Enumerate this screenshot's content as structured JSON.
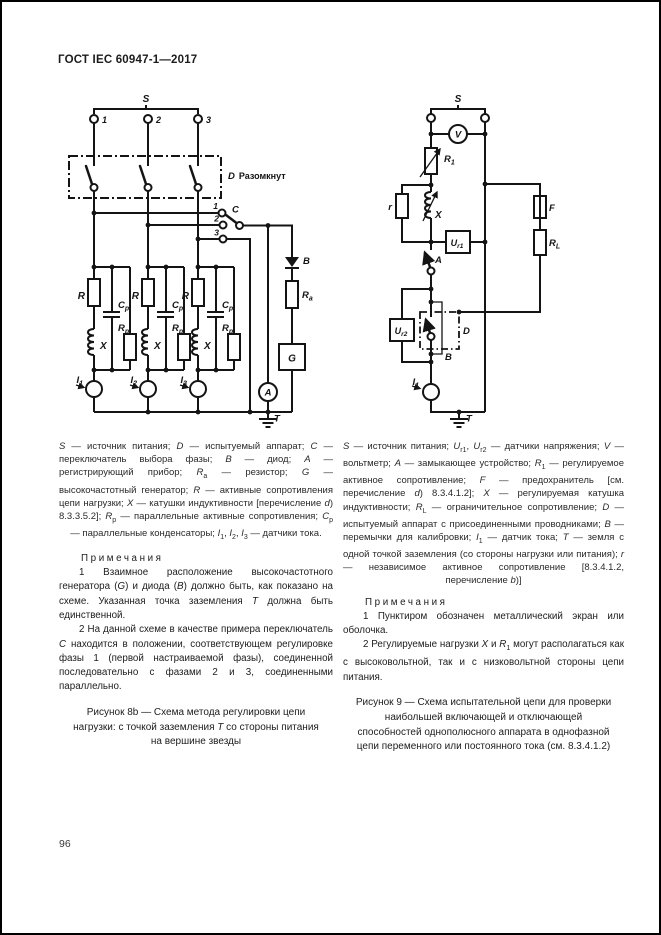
{
  "page": {
    "header": "ГОСТ IEC 60947-1—2017",
    "page_number": "96"
  },
  "colors": {
    "paper": "#ffffff",
    "ink": "#141414"
  },
  "fig8b": {
    "labels": {
      "s": "S",
      "ph1": "1",
      "ph2": "2",
      "ph3": "3",
      "device": "D",
      "device_state": "Разомкнут",
      "sel1": "1",
      "sel2": "2",
      "sel3": "3",
      "c": "C",
      "r": "R",
      "x": "X",
      "cp": {
        "m": "C",
        "s": "p"
      },
      "rp": {
        "m": "R",
        "s": "p"
      },
      "i1": {
        "m": "I",
        "s": "1"
      },
      "i2": {
        "m": "I",
        "s": "2"
      },
      "i3": {
        "m": "I",
        "s": "3"
      },
      "b": "B",
      "ra": {
        "m": "R",
        "s": "a"
      },
      "g": "G",
      "a": "A",
      "t": "T"
    },
    "legend": "S — источник питания; D — испытуемый аппарат; C — переключатель выбора фазы; B — диод; A — регистрирующий прибор; R_a — резистор; G — высокочастотный генератор; R — активные сопротивления цепи нагрузки; X — катушки индуктивности [перечисление d) 8.3.3.5.2]; R_p — параллельные активные сопротивления; C_p — параллельные конденсаторы; I_1, I_2, I_3 — датчики тока.",
    "notes_title": "Примечания",
    "notes": [
      "1 Взаимное расположение высокочастотного генератора (G) и диода (B) должно быть, как показано на схеме. Указанная точка заземления T должна быть единственной.",
      "2 На данной схеме в качестве примера переключатель C находится в положении, соответствующем регулировке фазы 1 (первой настраиваемой фазы), соединенной последовательно с фазами 2 и 3, соединенными параллельно."
    ],
    "caption": "Рисунок 8b — Схема метода регулировки цепи нагрузки: с точкой заземления T со стороны питания на вершине звезды"
  },
  "fig9": {
    "labels": {
      "s": "S",
      "v": "V",
      "r1": {
        "m": "R",
        "s": "1"
      },
      "r": "r",
      "x": "X",
      "ur1": {
        "m": "U",
        "s": "r1"
      },
      "a": "A",
      "ur2": {
        "m": "U",
        "s": "r2"
      },
      "d": "D",
      "b": "B",
      "i1": {
        "m": "I",
        "s": "1"
      },
      "t": "T",
      "f": "F",
      "rl": {
        "m": "R",
        "s": "L"
      }
    },
    "legend": "S — источник питания; U_r1, U_r2 — датчики напряжения; V — вольтметр; A — замыкающее устройство; R_1 — регулируемое активное сопротивление; F — предохранитель [см. перечисление d) 8.3.4.1.2]; X — регулируемая катушка индуктивности; R_L — ограничительное сопротивление; D — испытуемый аппарат с присоединенными проводниками; B — перемычки для калибровки; I_1 — датчик тока; T — земля с одной точкой заземления (со стороны нагрузки или питания); r — независимое активное сопротивление [8.3.4.1.2, перечисление b)]",
    "notes_title": "Примечания",
    "notes": [
      "1 Пунктиром обозначен металлический экран или оболочка.",
      "2 Регулируемые нагрузки X и R_1 могут располагаться как с высоковольтной, так и с низковольтной стороны цепи питания."
    ],
    "caption": "Рисунок 9 — Схема испытательной цепи для проверки наибольшей включающей и отключающей способностей однополюсного аппарата в однофазной цепи переменного или постоянного тока (см. 8.3.4.1.2)"
  }
}
